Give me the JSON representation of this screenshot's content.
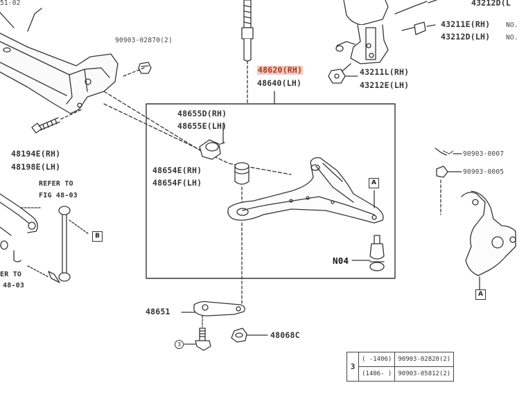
{
  "labels": {
    "top_left": "51-02",
    "bolt_s00903_02870": "90903-02870(2)",
    "part_48620": "48620(RH)",
    "part_48640": "48640(LH)",
    "part_48655d": "48655D(RH)",
    "part_48655e": "48655E(LH)",
    "part_48654e": "48654E(RH)",
    "part_48654f": "48654F(LH)",
    "part_48194e": "48194E(RH)",
    "part_48198e": "48198E(LH)",
    "refer_to": "REFER TO",
    "fig_48_03": "FIG 48-03",
    "refer_to_partial": "ER TO",
    "fig_48_03_partial": "48-03",
    "part_43211l": "43211L(RH)",
    "part_43212e": "43212E(LH)",
    "part_43211e": "43211E(RH)",
    "part_43212d": "43212D(LH)",
    "no_text_1": "NO.",
    "no_text_2": "NO.",
    "top_right_partial": "43212D(L",
    "s90903_0007": "90903-0007",
    "s90903_0005": "90903-0005",
    "n04": "N04",
    "part_48651": "48651",
    "part_48068c": "48068C",
    "ref_a": "A",
    "ref_b": "B",
    "circle_3": "3"
  },
  "note_table": {
    "row_label": "3",
    "rows": [
      {
        "range": "(      -1406)",
        "part": "90903-02820(2)"
      },
      {
        "range": "(1406-      )",
        "part": "90903-05812(2)"
      }
    ]
  },
  "colors": {
    "line": "#333333",
    "highlight_bg": "#f6c9bd",
    "highlight_text": "#a23b2b"
  }
}
